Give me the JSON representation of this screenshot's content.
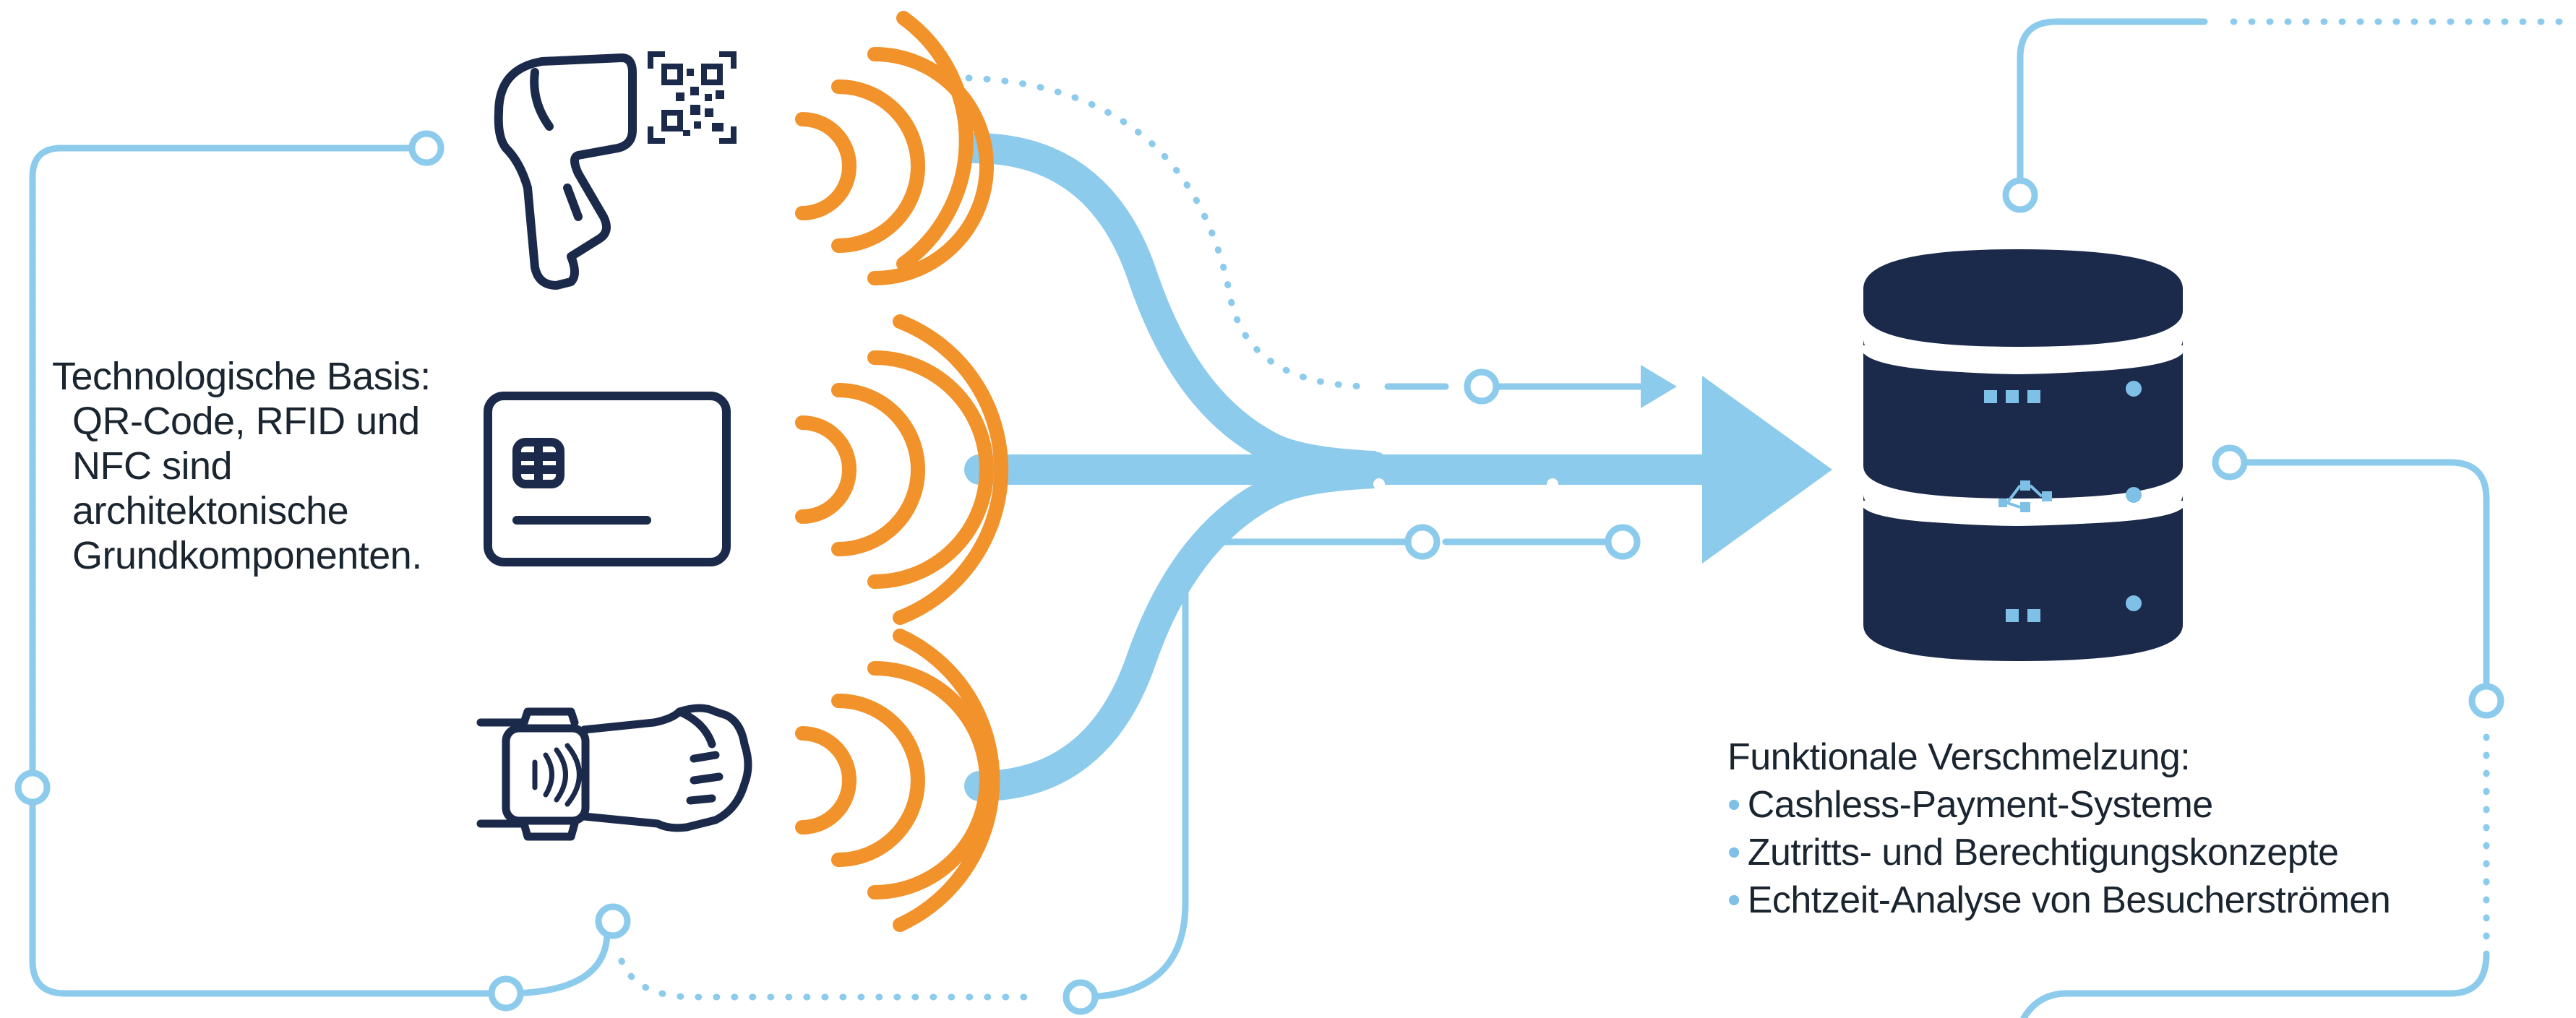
{
  "technology_basis": {
    "lines": [
      "Technologische Basis:",
      "QR-Code, RFID und",
      "NFC sind",
      "architektonische",
      "Grundkomponenten."
    ]
  },
  "functional_fusion": {
    "heading": "Funktionale Verschmelzung:",
    "items": [
      "Cashless-Payment-Systeme",
      "Zutritts- und Berechtigungskonzepte",
      "Echtzeit-Analyse von Besucherströmen"
    ]
  },
  "icons": {
    "devices": [
      "barcode-scanner-icon",
      "qr-code-icon",
      "chip-card-icon",
      "smartwatch-wristband-icon"
    ],
    "signals": [
      "wireless-signal-icon",
      "wireless-signal-icon",
      "wireless-signal-icon"
    ],
    "target": "database-server-icon"
  },
  "colors": {
    "flow": "#8ccbec",
    "circuit": "#8ccbec",
    "signal": "#f2922a",
    "icon_dark": "#1b2a4a",
    "text": "#1b2530"
  }
}
